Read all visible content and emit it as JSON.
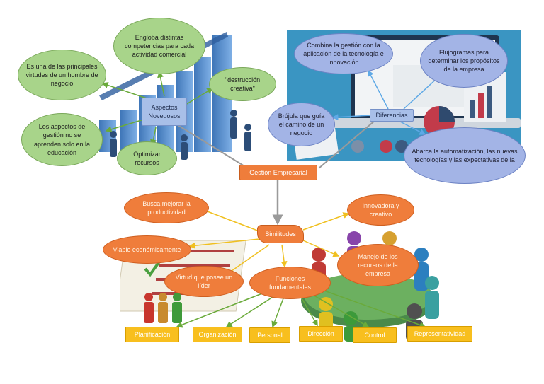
{
  "central": {
    "label": "Gestión Empresarial"
  },
  "top_left": {
    "hub": "Aspectos Novedosos",
    "bubbles": [
      "Es una de las principales virtudes de un hombre de negocio",
      "Engloba distintas competencias para cada actividad comercial",
      "\"destrucción creativa\"",
      "Los aspectos de gestión no se aprenden solo en la educación",
      "Optimizar recursos"
    ]
  },
  "top_right": {
    "hub": "Diferencias",
    "bubbles": [
      "Combina la gestión con la aplicación de la tecnología e innovación",
      "Flujogramas para determinar los propósitos de la empresa",
      "Brújula que guía el camino de un negocio",
      "Abarca la automatización, las nuevas tecnologías y las expectativas de la"
    ]
  },
  "bottom": {
    "hub": "Similitudes",
    "bubbles": [
      "Busca mejorar la productividad",
      "Innovadora y creativo",
      "Viable económicamente",
      "Manejo de los recursos de la empresa",
      "Virtud que posee un líder",
      "Funciones fundamentales"
    ],
    "functions": [
      "Planificación",
      "Organización",
      "Personal",
      "Dirección",
      "Control",
      "Representatividad"
    ]
  },
  "colors": {
    "green": "#a8d48a",
    "blue": "#a3b4e6",
    "orange": "#ef7d3b",
    "yellow": "#f8bf1e",
    "teal_bg": "#3a95c2",
    "bar_blue": "#4f86c6"
  }
}
